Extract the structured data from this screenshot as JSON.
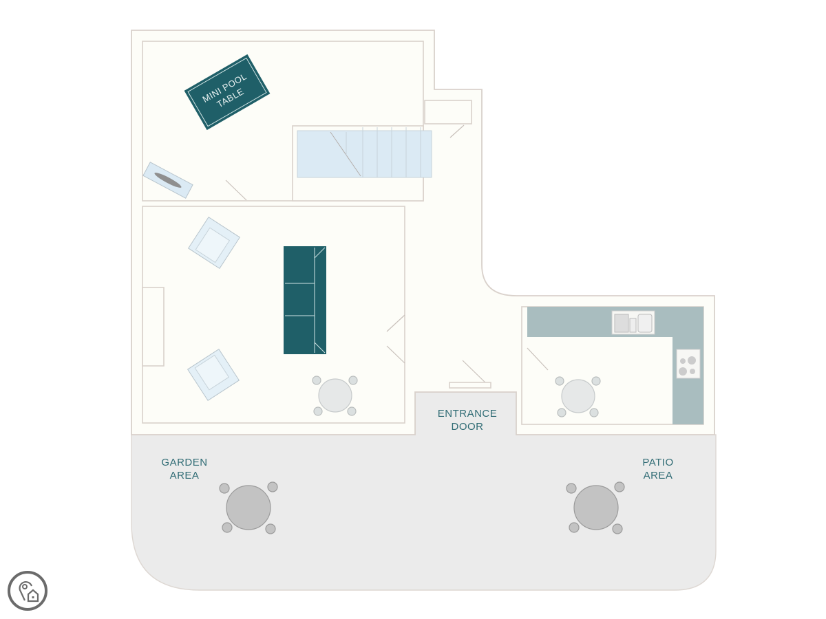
{
  "floorplan": {
    "labels": {
      "pool_table_line1": "MINI POOL",
      "pool_table_line2": "TABLE",
      "entrance_line1": "ENTRANCE",
      "entrance_line2": "DOOR",
      "garden_line1": "GARDEN",
      "garden_line2": "AREA",
      "patio_line1": "PATIO",
      "patio_line2": "AREA"
    },
    "colors": {
      "accent_teal": "#1f5f68",
      "stairs": "#dbeaf4",
      "counter": "#a9bdbf",
      "outdoor": "#ebebeb",
      "wall": "#d9d1cb",
      "text": "#2f6b74"
    },
    "icons": {
      "badge": "location-home-icon"
    }
  }
}
